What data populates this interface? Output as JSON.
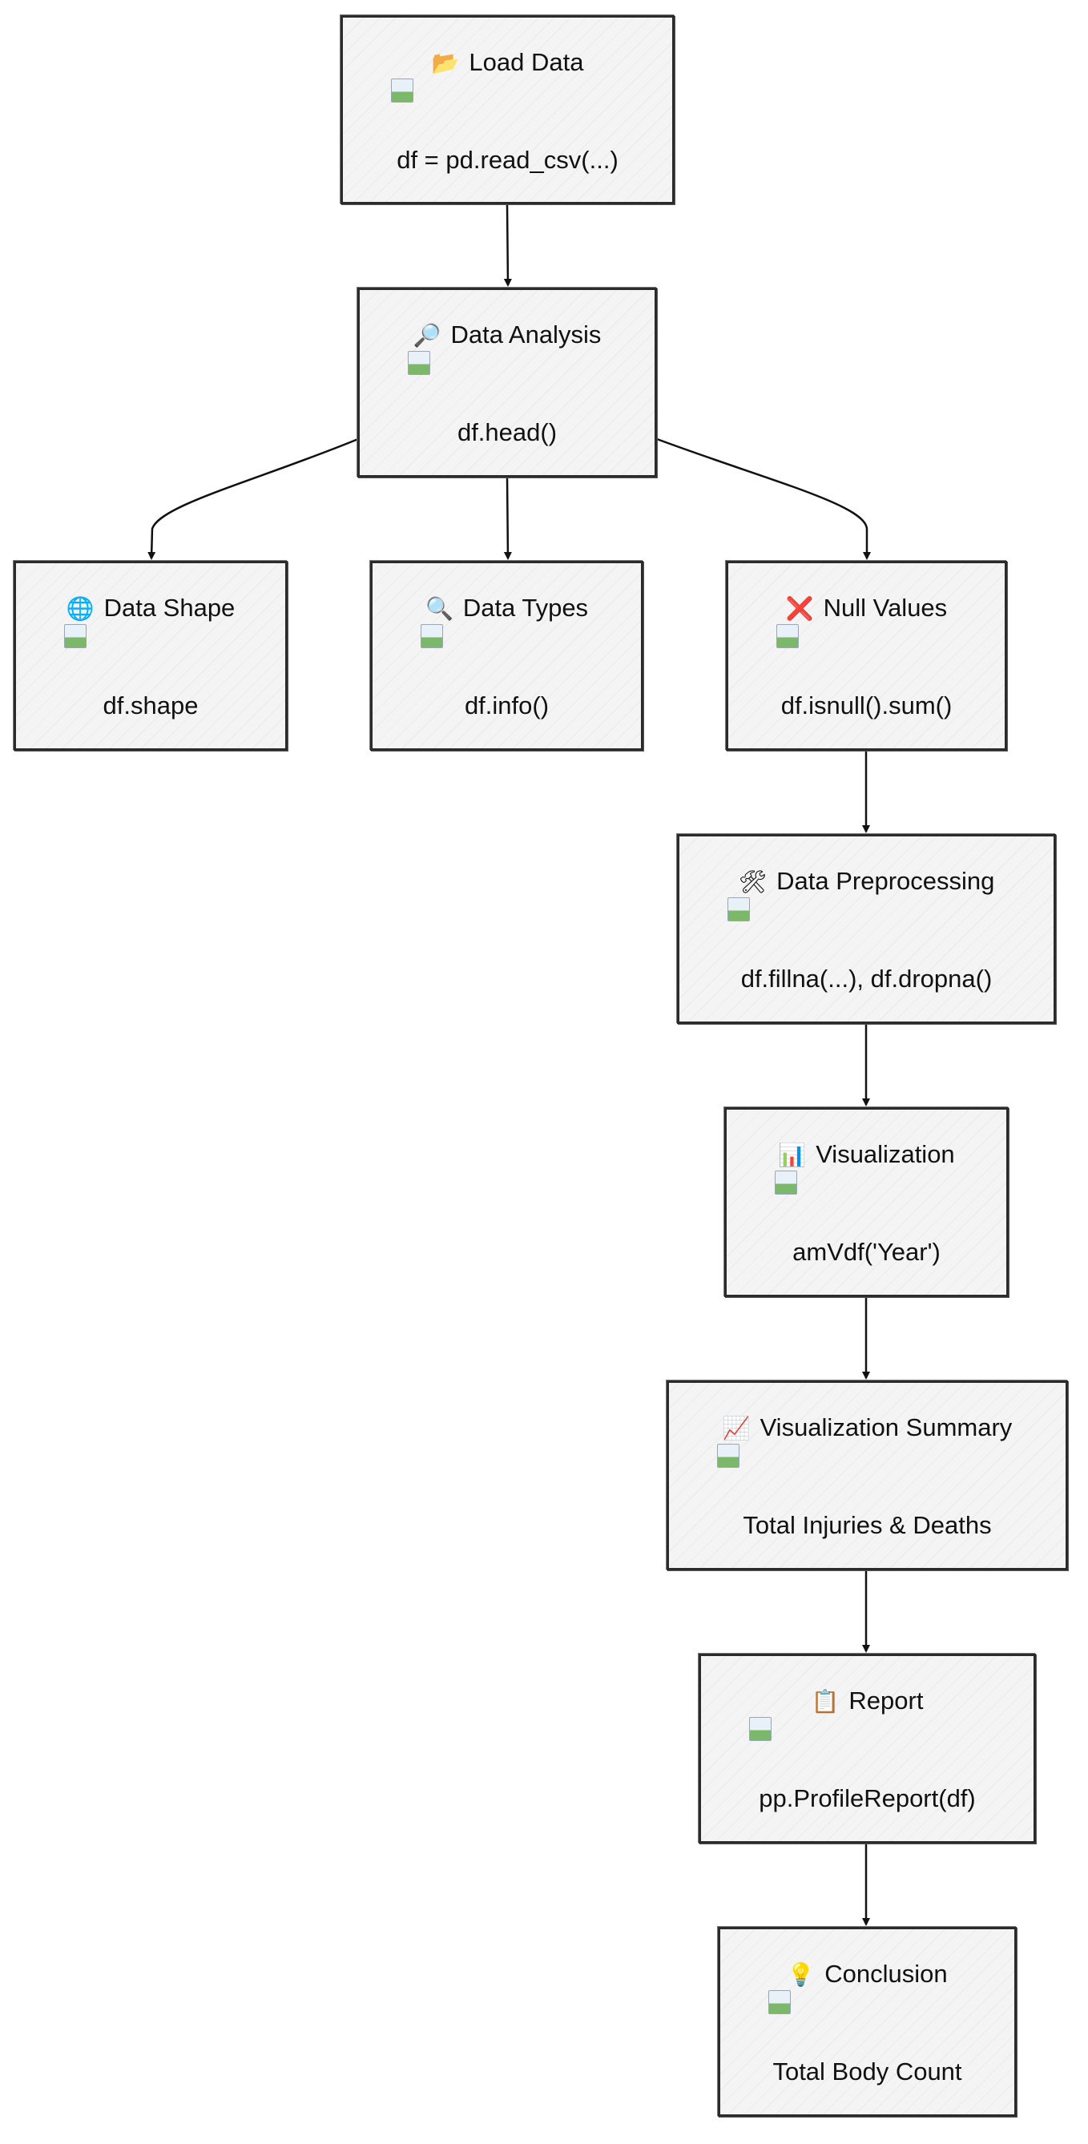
{
  "nodes": {
    "load_data": {
      "icon": "📂",
      "title": "Load Data",
      "code": "df = pd.read_csv(...)"
    },
    "data_analysis": {
      "icon": "🔎",
      "title": "Data Analysis",
      "code": "df.head()"
    },
    "data_shape": {
      "icon": "🌐",
      "title": "Data Shape",
      "code": "df.shape"
    },
    "data_types": {
      "icon": "🔍",
      "title": "Data Types",
      "code": "df.info()"
    },
    "null_values": {
      "icon": "❌",
      "title": "Null Values",
      "code": "df.isnull().sum()"
    },
    "data_preprocessing": {
      "icon": "🛠",
      "title": "Data Preprocessing",
      "code": "df.fillna(...), df.dropna()"
    },
    "visualization": {
      "icon": "📊",
      "title": "Visualization",
      "code": "amVdf('Year')"
    },
    "visualization_summary": {
      "icon": "📈",
      "title": "Visualization Summary",
      "code": "Total Injuries & Deaths"
    },
    "report": {
      "icon": "📋",
      "title": "Report",
      "code": "pp.ProfileReport(df)"
    },
    "conclusion": {
      "icon": "💡",
      "title": "Conclusion",
      "code": "Total Body Count"
    }
  }
}
